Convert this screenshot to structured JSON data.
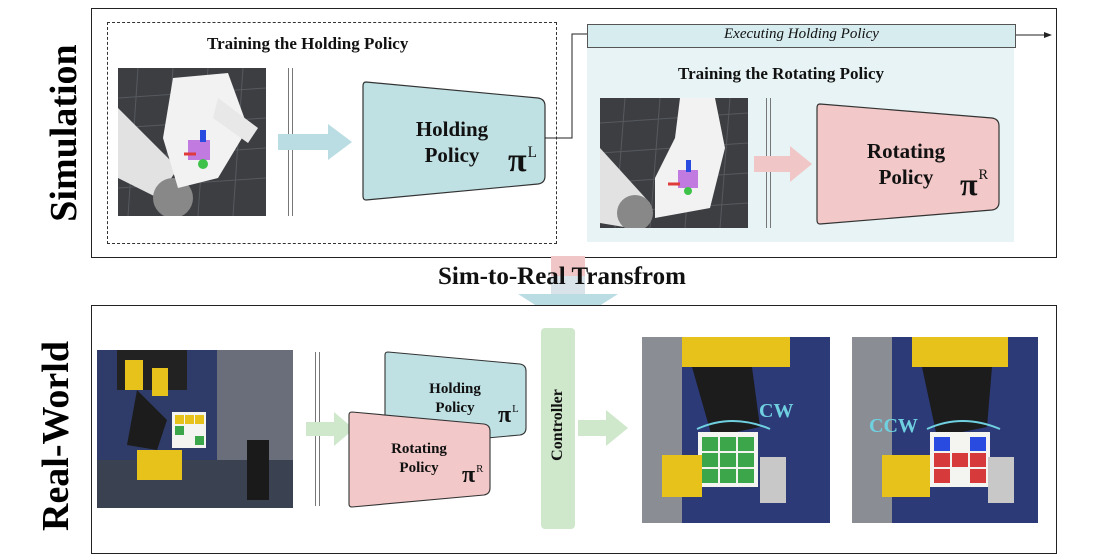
{
  "simulation": {
    "side_label": "Simulation",
    "holding_title": "Training the Holding Policy",
    "holding_policy": {
      "line1": "Holding",
      "line2": "Policy",
      "symbol": "π",
      "superscript": "L"
    },
    "executing_label": "Executing Holding Policy",
    "rotating_title": "Training the Rotating Policy",
    "rotating_policy": {
      "line1": "Rotating",
      "line2": "Policy",
      "symbol": "π",
      "superscript": "R"
    }
  },
  "transfer_label": "Sim-to-Real Transfrom",
  "real_world": {
    "side_label": "Real-World",
    "holding_policy": {
      "line1": "Holding",
      "line2": "Policy",
      "symbol": "π",
      "superscript": "L"
    },
    "rotating_policy": {
      "line1": "Rotating",
      "line2": "Policy",
      "symbol": "π",
      "superscript": "R"
    },
    "controller_label": "Controller",
    "cw_label": "CW",
    "ccw_label": "CCW"
  },
  "colors": {
    "holding_fill": "#bfe1e4",
    "rotating_fill": "#f2c8c8",
    "controller_fill": "#cfe8cc",
    "executing_bar": "#d6ecee",
    "rotating_region": "#e7f3f4",
    "arrow_blue": "#b9dde2",
    "arrow_pink": "#f0c6c6",
    "arrow_green": "#cfe8cc",
    "rotation_text": "#6fd0e0"
  }
}
